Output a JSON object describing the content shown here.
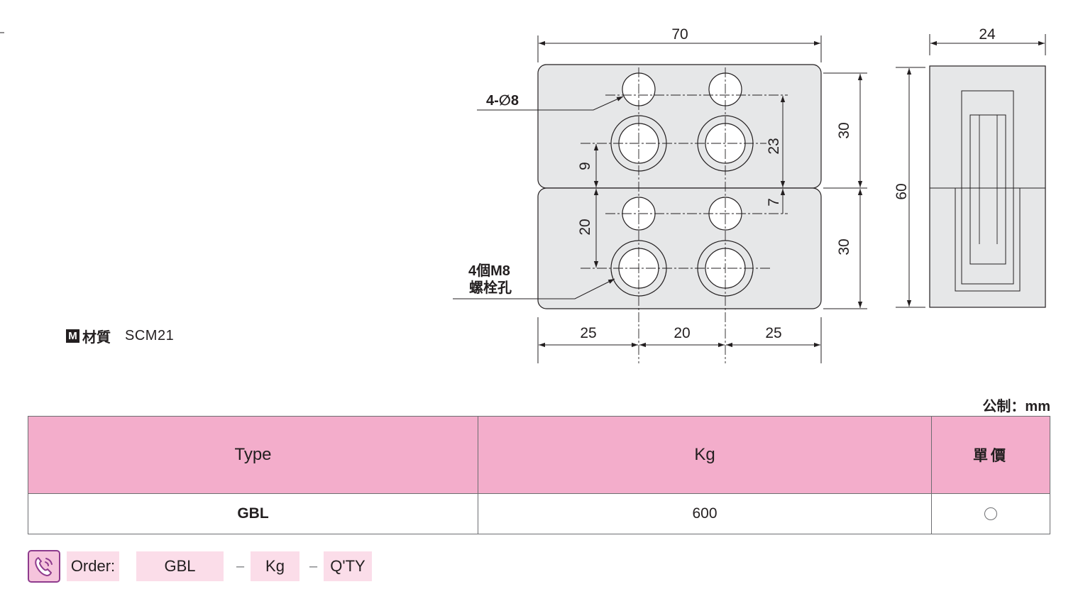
{
  "drawing": {
    "width_total": "70",
    "side_width": "24",
    "half_height_top": "30",
    "half_height_bottom": "30",
    "total_height": "60",
    "hole_spacing_v": "23",
    "offset_7": "7",
    "offset_9": "9",
    "offset_20": "20",
    "bottom_left": "25",
    "bottom_mid": "20",
    "bottom_right": "25",
    "hole_note": "4-∅8",
    "bolt_note_line1": "4個M8",
    "bolt_note_line2": "螺栓孔"
  },
  "material": {
    "badge": "M",
    "label": "材質",
    "value": "SCM21"
  },
  "units": "公制：mm",
  "table": {
    "headers": [
      "Type",
      "Kg",
      "單價"
    ],
    "rows": [
      {
        "type": "GBL",
        "kg": "600"
      }
    ]
  },
  "order": {
    "label": "Order:",
    "type": "GBL",
    "kg": "Kg",
    "qty": "Q'TY",
    "separator": "–"
  },
  "colors": {
    "header_bg": "#f3adcb",
    "order_box_bg": "#fbdde9",
    "part_fill": "#e6e7e8",
    "icon_border": "#8e3b8d"
  },
  "icons": [
    "phone-icon"
  ]
}
